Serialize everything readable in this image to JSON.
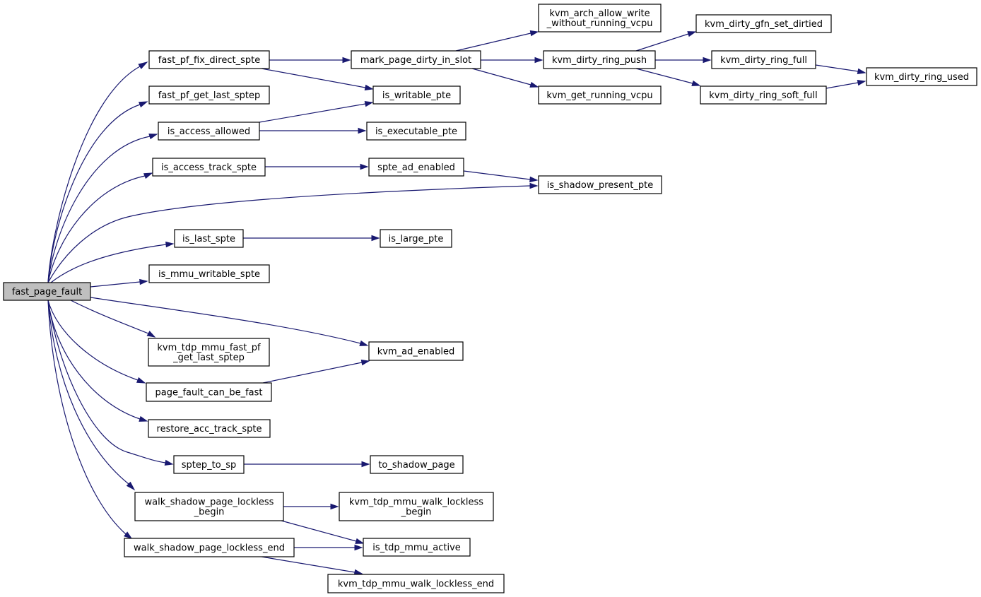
{
  "graph": {
    "nodes": [
      {
        "id": "fast_page_fault",
        "lines": [
          "fast_page_fault"
        ],
        "root": true
      },
      {
        "id": "fast_pf_fix_direct_spte",
        "lines": [
          "fast_pf_fix_direct_spte"
        ]
      },
      {
        "id": "fast_pf_get_last_sptep",
        "lines": [
          "fast_pf_get_last_sptep"
        ]
      },
      {
        "id": "is_access_allowed",
        "lines": [
          "is_access_allowed"
        ]
      },
      {
        "id": "is_access_track_spte",
        "lines": [
          "is_access_track_spte"
        ]
      },
      {
        "id": "is_last_spte",
        "lines": [
          "is_last_spte"
        ]
      },
      {
        "id": "is_mmu_writable_spte",
        "lines": [
          "is_mmu_writable_spte"
        ]
      },
      {
        "id": "kvm_tdp_mmu_fast_pf_get_last_sptep",
        "lines": [
          "kvm_tdp_mmu_fast_pf",
          "_get_last_sptep"
        ]
      },
      {
        "id": "page_fault_can_be_fast",
        "lines": [
          "page_fault_can_be_fast"
        ]
      },
      {
        "id": "restore_acc_track_spte",
        "lines": [
          "restore_acc_track_spte"
        ]
      },
      {
        "id": "sptep_to_sp",
        "lines": [
          "sptep_to_sp"
        ]
      },
      {
        "id": "walk_shadow_page_lockless_begin",
        "lines": [
          "walk_shadow_page_lockless",
          "_begin"
        ]
      },
      {
        "id": "walk_shadow_page_lockless_end",
        "lines": [
          "walk_shadow_page_lockless_end"
        ]
      },
      {
        "id": "mark_page_dirty_in_slot",
        "lines": [
          "mark_page_dirty_in_slot"
        ]
      },
      {
        "id": "is_writable_pte",
        "lines": [
          "is_writable_pte"
        ]
      },
      {
        "id": "is_executable_pte",
        "lines": [
          "is_executable_pte"
        ]
      },
      {
        "id": "spte_ad_enabled",
        "lines": [
          "spte_ad_enabled"
        ]
      },
      {
        "id": "is_large_pte",
        "lines": [
          "is_large_pte"
        ]
      },
      {
        "id": "kvm_ad_enabled",
        "lines": [
          "kvm_ad_enabled"
        ]
      },
      {
        "id": "to_shadow_page",
        "lines": [
          "to_shadow_page"
        ]
      },
      {
        "id": "kvm_tdp_mmu_walk_lockless_begin",
        "lines": [
          "kvm_tdp_mmu_walk_lockless",
          "_begin"
        ]
      },
      {
        "id": "is_tdp_mmu_active",
        "lines": [
          "is_tdp_mmu_active"
        ]
      },
      {
        "id": "kvm_tdp_mmu_walk_lockless_end",
        "lines": [
          "kvm_tdp_mmu_walk_lockless_end"
        ]
      },
      {
        "id": "kvm_arch_allow_write_without_running_vcpu",
        "lines": [
          "kvm_arch_allow_write",
          "_without_running_vcpu"
        ]
      },
      {
        "id": "kvm_dirty_ring_push",
        "lines": [
          "kvm_dirty_ring_push"
        ]
      },
      {
        "id": "kvm_get_running_vcpu",
        "lines": [
          "kvm_get_running_vcpu"
        ]
      },
      {
        "id": "is_shadow_present_pte",
        "lines": [
          "is_shadow_present_pte"
        ]
      },
      {
        "id": "kvm_dirty_gfn_set_dirtied",
        "lines": [
          "kvm_dirty_gfn_set_dirtied"
        ]
      },
      {
        "id": "kvm_dirty_ring_full",
        "lines": [
          "kvm_dirty_ring_full"
        ]
      },
      {
        "id": "kvm_dirty_ring_soft_full",
        "lines": [
          "kvm_dirty_ring_soft_full"
        ]
      },
      {
        "id": "kvm_dirty_ring_used",
        "lines": [
          "kvm_dirty_ring_used"
        ]
      }
    ],
    "edges": [
      [
        "fast_page_fault",
        "fast_pf_fix_direct_spte"
      ],
      [
        "fast_page_fault",
        "fast_pf_get_last_sptep"
      ],
      [
        "fast_page_fault",
        "is_access_allowed"
      ],
      [
        "fast_page_fault",
        "is_access_track_spte"
      ],
      [
        "fast_page_fault",
        "is_shadow_present_pte"
      ],
      [
        "fast_page_fault",
        "is_last_spte"
      ],
      [
        "fast_page_fault",
        "is_mmu_writable_spte"
      ],
      [
        "fast_page_fault",
        "kvm_ad_enabled"
      ],
      [
        "fast_page_fault",
        "kvm_tdp_mmu_fast_pf_get_last_sptep"
      ],
      [
        "fast_page_fault",
        "page_fault_can_be_fast"
      ],
      [
        "fast_page_fault",
        "restore_acc_track_spte"
      ],
      [
        "fast_page_fault",
        "sptep_to_sp"
      ],
      [
        "fast_page_fault",
        "walk_shadow_page_lockless_begin"
      ],
      [
        "fast_page_fault",
        "walk_shadow_page_lockless_end"
      ],
      [
        "fast_pf_fix_direct_spte",
        "mark_page_dirty_in_slot"
      ],
      [
        "fast_pf_fix_direct_spte",
        "is_writable_pte"
      ],
      [
        "is_access_allowed",
        "is_writable_pte"
      ],
      [
        "is_access_allowed",
        "is_executable_pte"
      ],
      [
        "is_access_track_spte",
        "spte_ad_enabled"
      ],
      [
        "spte_ad_enabled",
        "is_shadow_present_pte"
      ],
      [
        "is_last_spte",
        "is_large_pte"
      ],
      [
        "page_fault_can_be_fast",
        "kvm_ad_enabled"
      ],
      [
        "sptep_to_sp",
        "to_shadow_page"
      ],
      [
        "walk_shadow_page_lockless_begin",
        "kvm_tdp_mmu_walk_lockless_begin"
      ],
      [
        "walk_shadow_page_lockless_begin",
        "is_tdp_mmu_active"
      ],
      [
        "walk_shadow_page_lockless_end",
        "is_tdp_mmu_active"
      ],
      [
        "walk_shadow_page_lockless_end",
        "kvm_tdp_mmu_walk_lockless_end"
      ],
      [
        "mark_page_dirty_in_slot",
        "kvm_arch_allow_write_without_running_vcpu"
      ],
      [
        "mark_page_dirty_in_slot",
        "kvm_dirty_ring_push"
      ],
      [
        "mark_page_dirty_in_slot",
        "kvm_get_running_vcpu"
      ],
      [
        "kvm_dirty_ring_push",
        "kvm_dirty_gfn_set_dirtied"
      ],
      [
        "kvm_dirty_ring_push",
        "kvm_dirty_ring_full"
      ],
      [
        "kvm_dirty_ring_push",
        "kvm_dirty_ring_soft_full"
      ],
      [
        "kvm_dirty_ring_full",
        "kvm_dirty_ring_used"
      ],
      [
        "kvm_dirty_ring_soft_full",
        "kvm_dirty_ring_used"
      ]
    ],
    "colors": {
      "edge": "#191970",
      "node_border": "#000000",
      "node_fill": "#ffffff",
      "root_fill": "#bfbfbf"
    }
  }
}
